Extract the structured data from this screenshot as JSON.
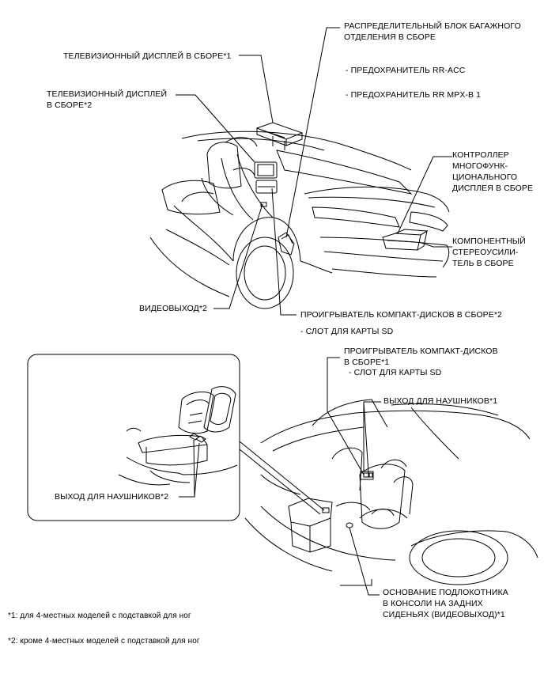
{
  "top": {
    "rr_junction_block": [
      "РАСПРЕДЕЛИТЕЛЬНЫЙ БЛОК БАГАЖНОГО",
      "ОТДЕЛЕНИЯ В СБОРЕ"
    ],
    "fuse_rr_acc": "- ПРЕДОХРАНИТЕЛЬ RR-ACC",
    "fuse_rr_mpx": "- ПРЕДОХРАНИТЕЛЬ RR MPX-B 1",
    "tv_display_1": "ТЕЛЕВИЗИОННЫЙ ДИСПЛЕЙ В СБОРЕ*1",
    "tv_display_2": [
      "ТЕЛЕВИЗИОННЫЙ ДИСПЛЕЙ",
      "В СБОРЕ*2"
    ],
    "multi_display_controller": [
      "КОНТРОЛЛЕР",
      "МНОГОФУНК-",
      "ЦИОНАЛЬНОГО",
      "ДИСПЛЕЯ В СБОРЕ"
    ],
    "stereo_amplifier": [
      "КОМПОНЕНТНЫЙ",
      "СТЕРЕОУСИЛИ-",
      "ТЕЛЬ В СБОРЕ"
    ],
    "video_out_2": "ВИДЕОВЫХОД*2",
    "cd_player_2": "ПРОИГРЫВАТЕЛЬ КОМПАКТ-ДИСКОВ В СБОРЕ*2",
    "sd_slot_2": "- СЛОТ ДЛЯ КАРТЫ SD"
  },
  "bottom": {
    "cd_player_1": [
      "ПРОИГРЫВАТЕЛЬ КОМПАКТ-ДИСКОВ",
      "В СБОРЕ*1"
    ],
    "sd_slot_1": "- СЛОТ ДЛЯ КАРТЫ SD",
    "headphone_out_1": "ВЫХОД ДЛЯ НАУШНИКОВ*1",
    "headphone_out_2": "ВЫХОД ДЛЯ НАУШНИКОВ*2",
    "armrest_base": [
      "ОСНОВАНИЕ ПОДЛОКОТНИКА",
      "В КОНСОЛИ НА ЗАДНИХ",
      "СИДЕНЬЯХ (ВИДЕОВЫХОД)*1"
    ]
  },
  "footnotes": {
    "note1": "*1: для 4-местных моделей с подставкой для ног",
    "note2": "*2: кроме 4-местных моделей с подставкой для ног"
  }
}
